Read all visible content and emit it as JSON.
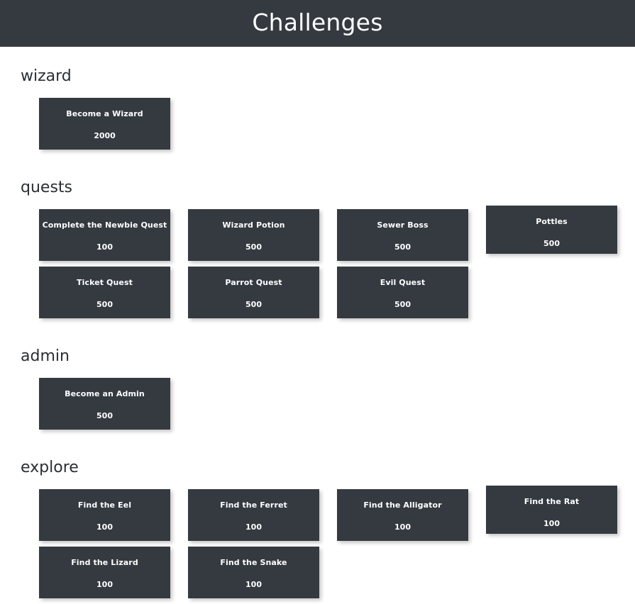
{
  "header": {
    "title": "Challenges",
    "background_color": "#343a40",
    "text_color": "#ffffff"
  },
  "theme": {
    "card_background": "#343a40",
    "card_text": "#ffffff",
    "page_background": "#ffffff",
    "section_title_color": "#2b2f33"
  },
  "sections": [
    {
      "name": "wizard",
      "cards": [
        {
          "title": "Become a Wizard",
          "value": "2000"
        }
      ]
    },
    {
      "name": "quests",
      "cards": [
        {
          "title": "Complete the Newbie Quest",
          "value": "100"
        },
        {
          "title": "Wizard Potion",
          "value": "500"
        },
        {
          "title": "Sewer Boss",
          "value": "500"
        },
        {
          "title": "Pottles",
          "value": "500"
        },
        {
          "title": "Ticket Quest",
          "value": "500"
        },
        {
          "title": "Parrot Quest",
          "value": "500"
        },
        {
          "title": "Evil Quest",
          "value": "500"
        }
      ]
    },
    {
      "name": "admin",
      "cards": [
        {
          "title": "Become an Admin",
          "value": "500"
        }
      ]
    },
    {
      "name": "explore",
      "cards": [
        {
          "title": "Find the Eel",
          "value": "100"
        },
        {
          "title": "Find the Ferret",
          "value": "100"
        },
        {
          "title": "Find the Alligator",
          "value": "100"
        },
        {
          "title": "Find the Rat",
          "value": "100"
        },
        {
          "title": "Find the Lizard",
          "value": "100"
        },
        {
          "title": "Find the Snake",
          "value": "100"
        }
      ]
    }
  ]
}
